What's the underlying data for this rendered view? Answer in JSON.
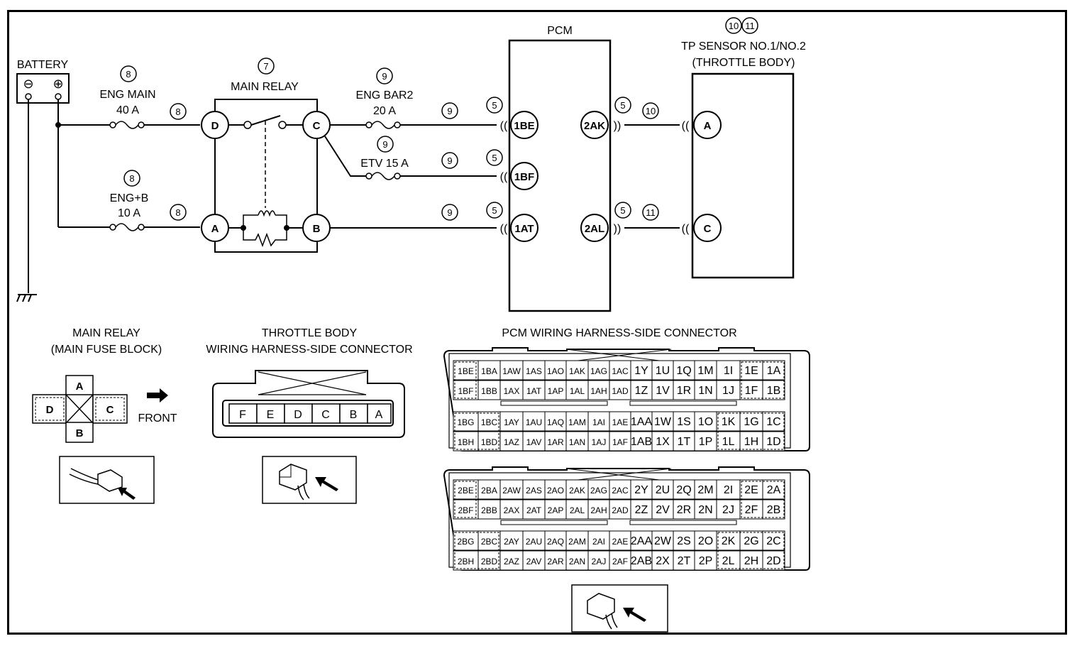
{
  "battery": {
    "label": "BATTERY",
    "minus": "⊖",
    "plus": "⊕"
  },
  "fuses": {
    "eng_main": {
      "ref": "8",
      "name": "ENG MAIN",
      "rating": "40 A",
      "wire": "8"
    },
    "eng_b": {
      "ref": "8",
      "name": "ENG+B",
      "rating": "10 A",
      "wire": "8"
    },
    "eng_bar2": {
      "ref": "9",
      "name": "ENG BAR2",
      "rating": "20 A",
      "wire": "9"
    },
    "etv": {
      "ref": "9",
      "name": "ETV 15 A",
      "wire": "9"
    },
    "at_wire": "9"
  },
  "main_relay": {
    "ref": "7",
    "title": "MAIN RELAY",
    "pins": [
      "D",
      "C",
      "A",
      "B"
    ]
  },
  "pcm": {
    "title": "PCM",
    "conn_ref": "5",
    "pins_left": [
      "1BE",
      "1BF",
      "1AT"
    ],
    "pins_right": [
      "2AK",
      "2AL"
    ]
  },
  "tp_sensor": {
    "refs": [
      "10",
      "11"
    ],
    "title": "TP SENSOR NO.1/NO.2",
    "subtitle": "(THROTTLE BODY)",
    "pins": [
      "A",
      "C"
    ],
    "wires": [
      "10",
      "11"
    ]
  },
  "connectors": {
    "main_relay": {
      "title1": "MAIN RELAY",
      "title2": "(MAIN FUSE BLOCK)",
      "pins": [
        "A",
        "D",
        "C",
        "B"
      ],
      "front": "FRONT"
    },
    "throttle_body": {
      "title1": "THROTTLE BODY",
      "title2": "WIRING HARNESS-SIDE CONNECTOR",
      "pins": [
        "F",
        "E",
        "D",
        "C",
        "B",
        "A"
      ]
    },
    "pcm": {
      "title": "PCM WIRING HARNESS-SIDE CONNECTOR",
      "block1": [
        [
          "1BE",
          "1BA",
          "1AW",
          "1AS",
          "1AO",
          "1AK",
          "1AG",
          "1AC",
          "1Y",
          "1U",
          "1Q",
          "1M",
          "1I",
          "1E",
          "1A"
        ],
        [
          "1BF",
          "1BB",
          "1AX",
          "1AT",
          "1AP",
          "1AL",
          "1AH",
          "1AD",
          "1Z",
          "1V",
          "1R",
          "1N",
          "1J",
          "1F",
          "1B"
        ],
        [
          "1BG",
          "1BC",
          "1AY",
          "1AU",
          "1AQ",
          "1AM",
          "1AI",
          "1AE",
          "1AA",
          "1W",
          "1S",
          "1O",
          "1K",
          "1G",
          "1C"
        ],
        [
          "1BH",
          "1BD",
          "1AZ",
          "1AV",
          "1AR",
          "1AN",
          "1AJ",
          "1AF",
          "1AB",
          "1X",
          "1T",
          "1P",
          "1L",
          "1H",
          "1D"
        ]
      ],
      "block2": [
        [
          "2BE",
          "2BA",
          "2AW",
          "2AS",
          "2AO",
          "2AK",
          "2AG",
          "2AC",
          "2Y",
          "2U",
          "2Q",
          "2M",
          "2I",
          "2E",
          "2A"
        ],
        [
          "2BF",
          "2BB",
          "2AX",
          "2AT",
          "2AP",
          "2AL",
          "2AH",
          "2AD",
          "2Z",
          "2V",
          "2R",
          "2N",
          "2J",
          "2F",
          "2B"
        ],
        [
          "2BG",
          "2BC",
          "2AY",
          "2AU",
          "2AQ",
          "2AM",
          "2AI",
          "2AE",
          "2AA",
          "2W",
          "2S",
          "2O",
          "2K",
          "2G",
          "2C"
        ],
        [
          "2BH",
          "2BD",
          "2AZ",
          "2AV",
          "2AR",
          "2AN",
          "2AJ",
          "2AF",
          "2AB",
          "2X",
          "2T",
          "2P",
          "2L",
          "2H",
          "2D"
        ]
      ]
    }
  }
}
